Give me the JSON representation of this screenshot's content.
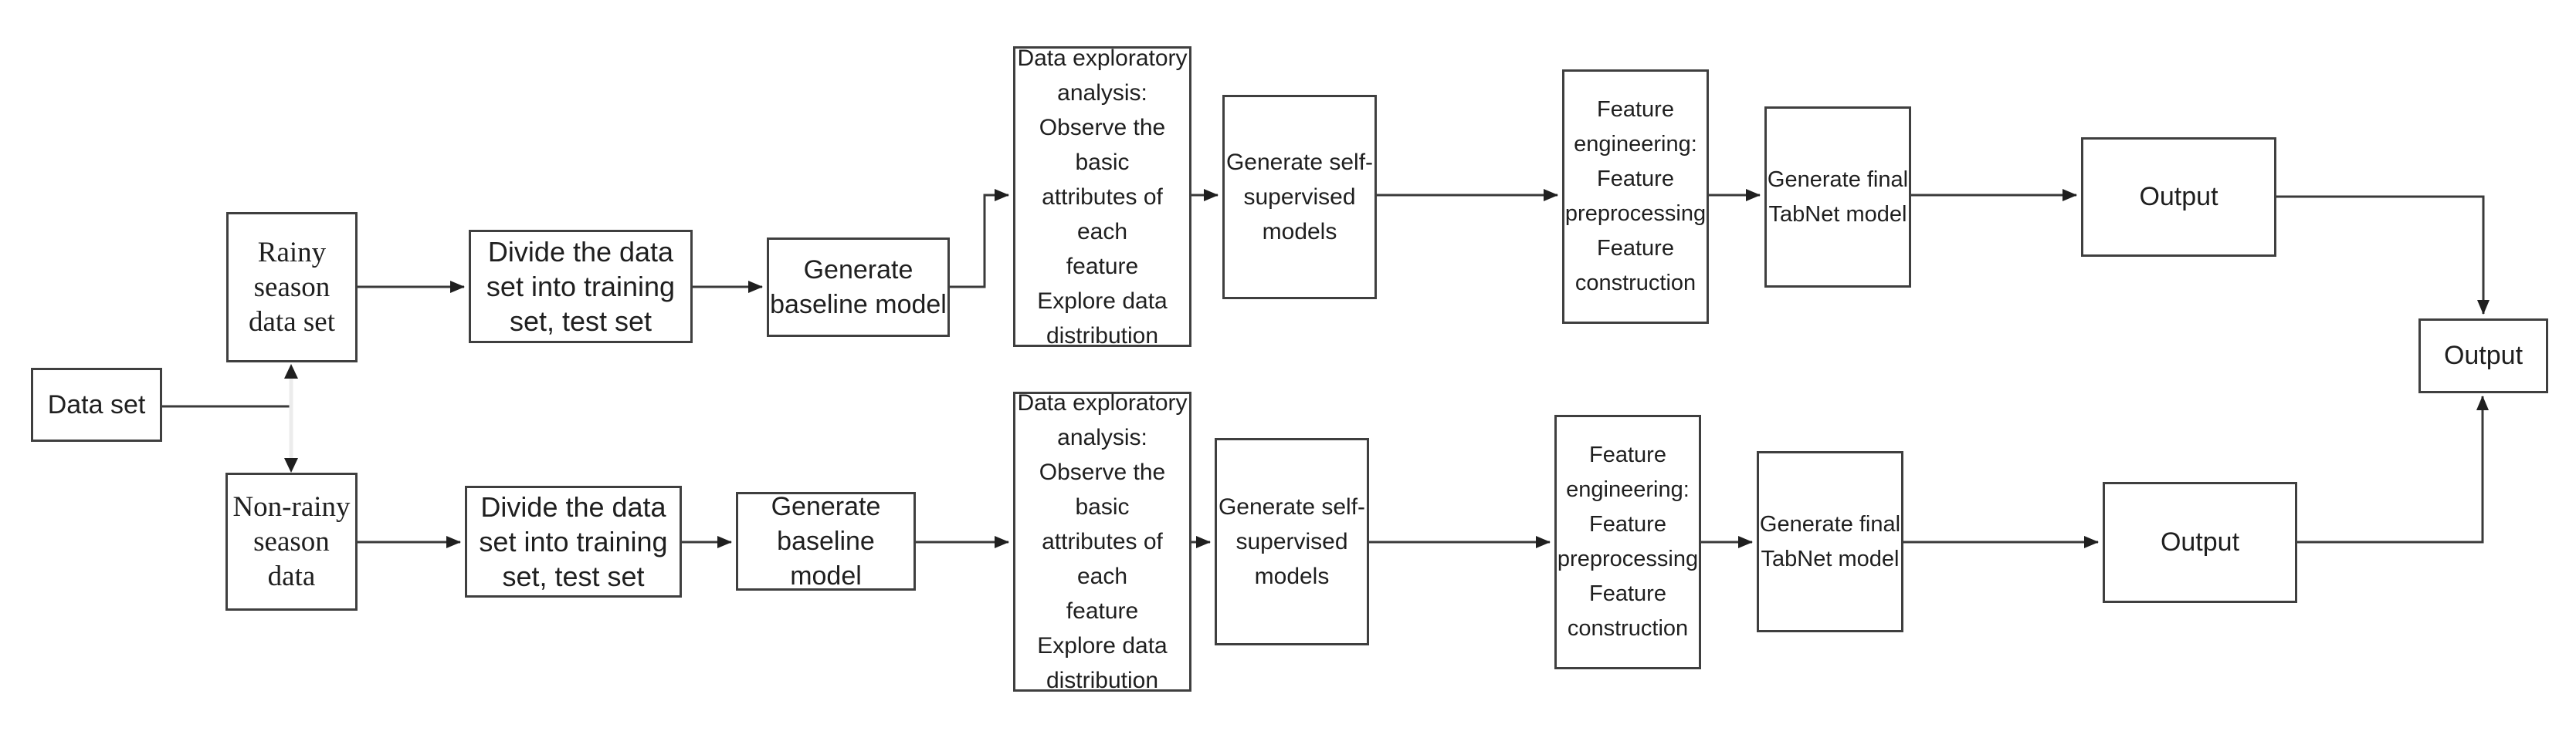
{
  "colors": {
    "background": "#ffffff",
    "box_border": "#3f3f3f",
    "text": "#1f1f1f",
    "connector": "#3a3a3a",
    "split_connector_light": "#ececec"
  },
  "nodes": {
    "data_set": {
      "label": "Data set"
    },
    "rainy_season": {
      "label": "Rainy\nseason\ndata set"
    },
    "non_rainy_season": {
      "label": "Non-rainy\nseason\ndata"
    },
    "top_branch": {
      "divide": {
        "label": "Divide the data\nset into training\nset, test set"
      },
      "baseline": {
        "label": "Generate\nbaseline model"
      },
      "eda": {
        "label": "Data exploratory\nanalysis:\nObserve the basic\nattributes of each\nfeature\nExplore data\ndistribution"
      },
      "self_supervised": {
        "label": "Generate self-\nsupervised\nmodels"
      },
      "feature_engineering": {
        "label": "Feature\nengineering:\nFeature\npreprocessing\nFeature\nconstruction"
      },
      "tabnet": {
        "label": "Generate final\nTabNet model"
      },
      "output": {
        "label": "Output"
      }
    },
    "bottom_branch": {
      "divide": {
        "label": "Divide the data\nset into training\nset, test set"
      },
      "baseline": {
        "label": "Generate\nbaseline model"
      },
      "eda": {
        "label": "Data exploratory\nanalysis:\nObserve the basic\nattributes of each\nfeature\nExplore data\ndistribution"
      },
      "self_supervised": {
        "label": "Generate self-\nsupervised\nmodels"
      },
      "feature_engineering": {
        "label": "Feature\nengineering:\nFeature\npreprocessing\nFeature\nconstruction"
      },
      "tabnet": {
        "label": "Generate final\nTabNet model"
      },
      "output": {
        "label": "Output"
      }
    },
    "final_output": {
      "label": "Output"
    }
  }
}
